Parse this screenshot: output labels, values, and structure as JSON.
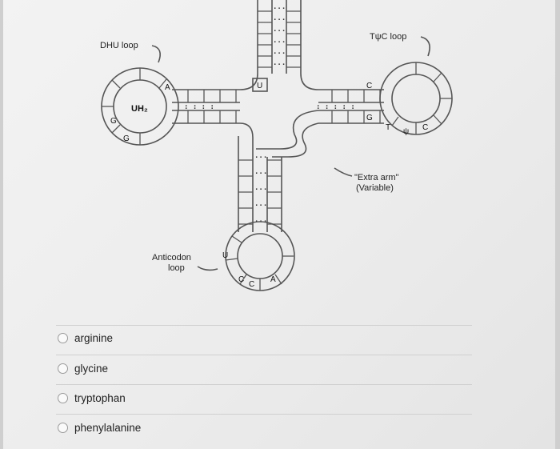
{
  "diagram": {
    "labels": {
      "dhu_loop": "DHU loop",
      "tpsic_loop": "TψC loop",
      "extra_arm_1": "\"Extra arm\"",
      "extra_arm_2": "(Variable)",
      "anticodon_1": "Anticodon",
      "anticodon_2": "loop",
      "uh2": "UH₂"
    },
    "nucleotides": {
      "acc_u": "U",
      "dhu_a": "A",
      "dhu_g1": "G",
      "dhu_g2": "G",
      "t_c": "C",
      "t_g": "G",
      "t_t": "T",
      "t_psi": "ψ",
      "t_c2": "C",
      "ac_u": "U",
      "ac_c1": "C",
      "ac_c2": "C",
      "ac_a": "A"
    }
  },
  "options": [
    {
      "label": "arginine"
    },
    {
      "label": "glycine"
    },
    {
      "label": "tryptophan"
    },
    {
      "label": "phenylalanine"
    }
  ]
}
